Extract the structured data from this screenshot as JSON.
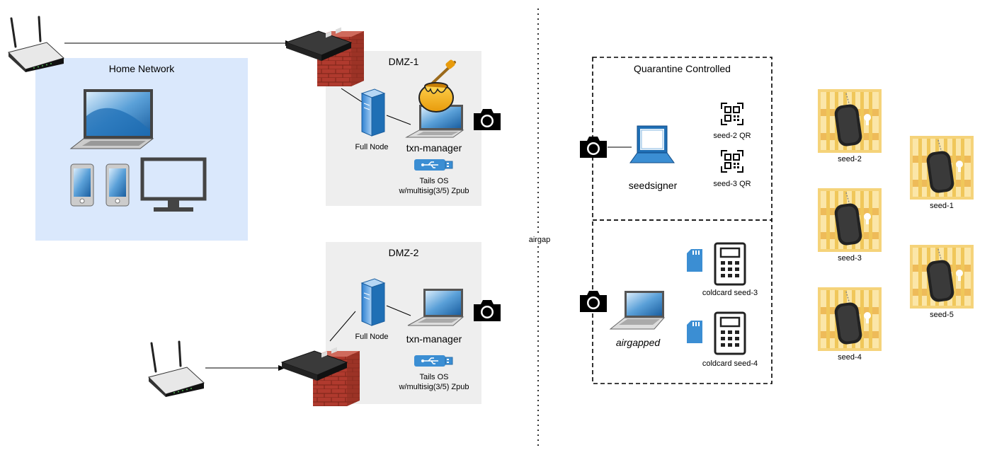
{
  "home_network": {
    "title": "Home Network"
  },
  "dmz1": {
    "title": "DMZ-1",
    "full_node": "Full Node",
    "txn_manager": "txn-manager",
    "usb_label_1": "Tails OS",
    "usb_label_2": "w/multisig(3/5) Zpub"
  },
  "dmz2": {
    "title": "DMZ-2",
    "full_node": "Full Node",
    "txn_manager": "txn-manager",
    "usb_label_1": "Tails OS",
    "usb_label_2": "w/multisig(3/5) Zpub"
  },
  "divider": {
    "label": "airgap"
  },
  "quarantine": {
    "title": "Quarantine Controlled",
    "seedsigner": "seedsigner",
    "qr1": "seed-2 QR",
    "qr2": "seed-3 QR",
    "airgapped": "airgapped",
    "coldcard1": "coldcard seed-3",
    "coldcard2": "coldcard seed-4"
  },
  "seeds": [
    {
      "label": "seed-2"
    },
    {
      "label": "seed-1"
    },
    {
      "label": "seed-3"
    },
    {
      "label": "seed-5"
    },
    {
      "label": "seed-4"
    }
  ],
  "colors": {
    "home_bg": "#dae8fc",
    "dmz_bg": "#eeeeee",
    "brick": "#b03a2e",
    "vault": "#f5d37a",
    "screen_blue": "#1f6fb5"
  }
}
